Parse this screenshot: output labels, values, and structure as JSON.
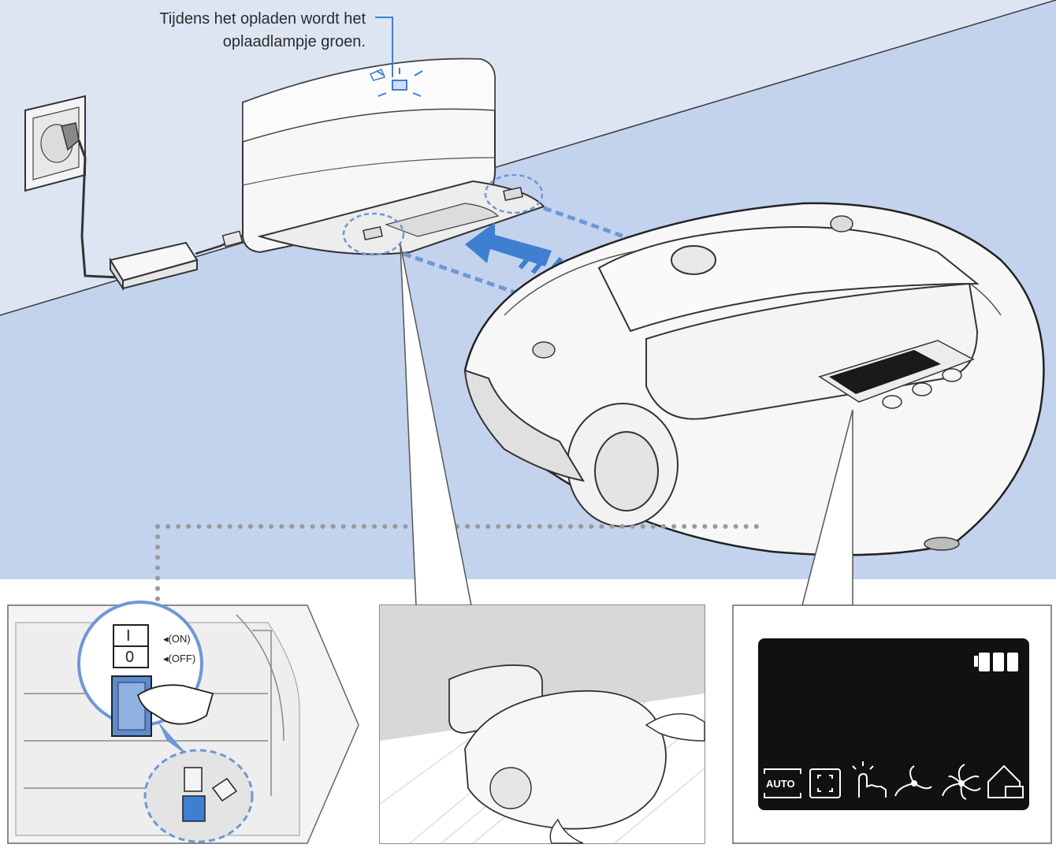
{
  "caption": {
    "line1": "Tijdens het opladen wordt het",
    "line2": "oplaadlampje groen."
  },
  "switch_panel": {
    "on_symbol": "I",
    "off_symbol": "0",
    "on_label": "◂(ON)",
    "off_label": "◂(OFF)"
  },
  "display_panel": {
    "mode_icons": [
      "auto-mode-icon",
      "spot-mode-icon",
      "point-cleaning-icon",
      "normal-suction-icon",
      "turbo-suction-icon",
      "home-dock-icon"
    ],
    "auto_label": "AUTO",
    "battery_bars": 3
  },
  "colors": {
    "wall": "#dde5f3",
    "floor": "#c3d3ee",
    "dashed_guides": "#6e97d6",
    "arrow": "#3f7fd2",
    "display_bg": "#111111",
    "dotted_connector": "#9a9a9a"
  }
}
